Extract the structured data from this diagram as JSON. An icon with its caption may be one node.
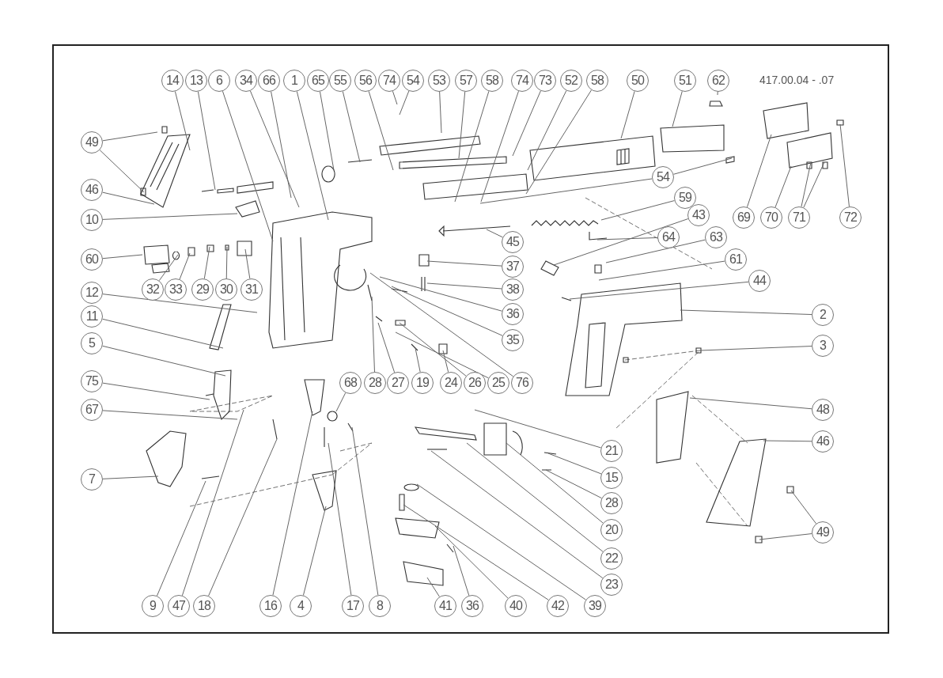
{
  "diagram": {
    "nodes": [
      {
        "text": [
          "14"
        ]
      },
      {
        "text": [
          "13"
        ]
      },
      {
        "text": [
          "6"
        ]
      },
      {
        "text": [
          "34"
        ]
      },
      {
        "text": [
          "66"
        ]
      },
      {
        "text": [
          "1"
        ]
      },
      {
        "text": [
          "65"
        ]
      },
      {
        "text": [
          "55"
        ]
      },
      {
        "text": [
          "56"
        ]
      },
      {
        "text": [
          "74"
        ]
      },
      {
        "text": [
          "54"
        ]
      },
      {
        "text": [
          "53"
        ]
      },
      {
        "text": [
          "57"
        ]
      },
      {
        "text": [
          "58"
        ]
      },
      {
        "text": [
          "74"
        ]
      },
      {
        "text": [
          "73"
        ]
      },
      {
        "text": [
          "52"
        ]
      },
      {
        "text": [
          "58"
        ]
      },
      {
        "text": [
          "50"
        ]
      },
      {
        "text": [
          "51"
        ]
      },
      {
        "text": [
          "62"
        ]
      },
      {
        "text": [
          "49"
        ]
      },
      {
        "text": [
          "46"
        ]
      },
      {
        "text": [
          "10"
        ]
      },
      {
        "text": [
          "54"
        ]
      },
      {
        "text": [
          "59"
        ]
      },
      {
        "text": [
          "69"
        ]
      },
      {
        "text": [
          "70"
        ]
      },
      {
        "text": [
          "71"
        ]
      },
      {
        "text": [
          "72"
        ]
      },
      {
        "text": [
          "43"
        ]
      },
      {
        "text": [
          "64"
        ]
      },
      {
        "text": [
          "45"
        ]
      },
      {
        "text": [
          "63"
        ]
      },
      {
        "text": [
          "60"
        ]
      },
      {
        "text": [
          "37"
        ]
      },
      {
        "text": [
          "61"
        ]
      },
      {
        "text": [
          "44"
        ]
      },
      {
        "text": [
          "32"
        ]
      },
      {
        "text": [
          "33"
        ]
      },
      {
        "text": [
          "29"
        ]
      },
      {
        "text": [
          "30"
        ]
      },
      {
        "text": [
          "31"
        ]
      },
      {
        "text": [
          "38"
        ]
      },
      {
        "text": [
          "12"
        ]
      },
      {
        "text": [
          "36"
        ]
      },
      {
        "text": [
          "2"
        ]
      },
      {
        "text": [
          "11"
        ]
      },
      {
        "text": [
          "35"
        ]
      },
      {
        "text": [
          "5"
        ]
      },
      {
        "text": [
          "3"
        ]
      },
      {
        "text": [
          "75"
        ]
      },
      {
        "text": [
          "68"
        ]
      },
      {
        "text": [
          "28"
        ]
      },
      {
        "text": [
          "27"
        ]
      },
      {
        "text": [
          "19"
        ]
      },
      {
        "text": [
          "24"
        ]
      },
      {
        "text": [
          "26"
        ]
      },
      {
        "text": [
          "25"
        ]
      },
      {
        "text": [
          "76"
        ]
      },
      {
        "text": [
          "67"
        ]
      },
      {
        "text": [
          "48"
        ]
      },
      {
        "text": [
          "46"
        ]
      },
      {
        "text": [
          "21"
        ]
      },
      {
        "text": [
          "15"
        ]
      },
      {
        "text": [
          "7"
        ]
      },
      {
        "text": [
          "28"
        ]
      },
      {
        "text": [
          "20"
        ]
      },
      {
        "text": [
          "49"
        ]
      },
      {
        "text": [
          "22"
        ]
      },
      {
        "text": [
          "23"
        ]
      },
      {
        "text": [
          "9"
        ]
      },
      {
        "text": [
          "47"
        ]
      },
      {
        "text": [
          "18"
        ]
      },
      {
        "text": [
          "16"
        ]
      },
      {
        "text": [
          "4"
        ]
      },
      {
        "text": [
          "17"
        ]
      },
      {
        "text": [
          "8"
        ]
      },
      {
        "text": [
          "41"
        ]
      },
      {
        "text": [
          "36"
        ]
      },
      {
        "text": [
          "40"
        ]
      },
      {
        "text": [
          "42"
        ]
      },
      {
        "text": [
          "39"
        ]
      }
    ],
    "edges": [
      {
        "from": 0,
        "to": null,
        "arrow": "none"
      },
      {
        "from": 1,
        "to": null,
        "arrow": "none"
      },
      {
        "from": 2,
        "to": null,
        "arrow": "none"
      },
      {
        "from": 3,
        "to": null,
        "arrow": "none"
      },
      {
        "from": 4,
        "to": null,
        "arrow": "none"
      },
      {
        "from": 5,
        "to": null,
        "arrow": "none"
      },
      {
        "from": 6,
        "to": null,
        "arrow": "none"
      },
      {
        "from": 7,
        "to": null,
        "arrow": "none"
      },
      {
        "from": 8,
        "to": null,
        "arrow": "none"
      },
      {
        "from": 9,
        "to": null,
        "arrow": "none"
      },
      {
        "from": 10,
        "to": null,
        "arrow": "none"
      },
      {
        "from": 11,
        "to": null,
        "arrow": "none"
      },
      {
        "from": 12,
        "to": null,
        "arrow": "none"
      },
      {
        "from": 13,
        "to": null,
        "arrow": "none"
      },
      {
        "from": 14,
        "to": null,
        "arrow": "none"
      },
      {
        "from": 15,
        "to": null,
        "arrow": "none"
      },
      {
        "from": 16,
        "to": null,
        "arrow": "none"
      },
      {
        "from": 17,
        "to": null,
        "arrow": "none"
      },
      {
        "from": 18,
        "to": null,
        "arrow": "none"
      },
      {
        "from": 19,
        "to": null,
        "arrow": "none"
      },
      {
        "from": 20,
        "to": null,
        "arrow": "none"
      },
      {
        "from": 21,
        "to": null,
        "arrow": "none"
      },
      {
        "from": 21,
        "to": null,
        "arrow": "none"
      },
      {
        "from": 22,
        "to": null,
        "arrow": "none"
      },
      {
        "from": 23,
        "to": null,
        "arrow": "none"
      },
      {
        "from": 24,
        "to": null,
        "arrow": "none"
      },
      {
        "from": 24,
        "to": null,
        "arrow": "none"
      },
      {
        "from": 25,
        "to": null,
        "arrow": "none"
      },
      {
        "from": 26,
        "to": null,
        "arrow": "none"
      },
      {
        "from": 27,
        "to": null,
        "arrow": "none"
      },
      {
        "from": 28,
        "to": null,
        "arrow": "none"
      },
      {
        "from": 28,
        "to": null,
        "arrow": "none"
      },
      {
        "from": 29,
        "to": null,
        "arrow": "none"
      },
      {
        "from": 30,
        "to": null,
        "arrow": "none"
      },
      {
        "from": 31,
        "to": null,
        "arrow": "none"
      },
      {
        "from": 32,
        "to": null,
        "arrow": "none"
      },
      {
        "from": 33,
        "to": null,
        "arrow": "none"
      },
      {
        "from": 34,
        "to": null,
        "arrow": "none"
      },
      {
        "from": 35,
        "to": null,
        "arrow": "none"
      },
      {
        "from": 36,
        "to": null,
        "arrow": "none"
      },
      {
        "from": 37,
        "to": null,
        "arrow": "none"
      },
      {
        "from": 38,
        "to": null,
        "arrow": "none"
      },
      {
        "from": 39,
        "to": null,
        "arrow": "none"
      },
      {
        "from": 40,
        "to": null,
        "arrow": "none"
      },
      {
        "from": 41,
        "to": null,
        "arrow": "none"
      },
      {
        "from": 42,
        "to": null,
        "arrow": "none"
      },
      {
        "from": 43,
        "to": null,
        "arrow": "none"
      },
      {
        "from": 44,
        "to": null,
        "arrow": "none"
      },
      {
        "from": 45,
        "to": null,
        "arrow": "none"
      },
      {
        "from": 46,
        "to": null,
        "arrow": "none"
      },
      {
        "from": 47,
        "to": null,
        "arrow": "none"
      },
      {
        "from": 48,
        "to": null,
        "arrow": "none"
      },
      {
        "from": 49,
        "to": null,
        "arrow": "none"
      },
      {
        "from": 50,
        "to": null,
        "arrow": "none"
      },
      {
        "from": 51,
        "to": null,
        "arrow": "none"
      },
      {
        "from": 52,
        "to": null,
        "arrow": "none"
      },
      {
        "from": 53,
        "to": null,
        "arrow": "none"
      },
      {
        "from": 54,
        "to": null,
        "arrow": "none"
      },
      {
        "from": 55,
        "to": null,
        "arrow": "none"
      },
      {
        "from": 56,
        "to": null,
        "arrow": "none"
      },
      {
        "from": 57,
        "to": null,
        "arrow": "none"
      },
      {
        "from": 58,
        "to": null,
        "arrow": "none"
      },
      {
        "from": 59,
        "to": null,
        "arrow": "none"
      },
      {
        "from": 60,
        "to": null,
        "arrow": "none"
      },
      {
        "from": 61,
        "to": null,
        "arrow": "none"
      },
      {
        "from": 62,
        "to": null,
        "arrow": "none"
      },
      {
        "from": 63,
        "to": null,
        "arrow": "none"
      },
      {
        "from": 64,
        "to": null,
        "arrow": "none"
      },
      {
        "from": 65,
        "to": null,
        "arrow": "none"
      },
      {
        "from": 66,
        "to": null,
        "arrow": "none"
      },
      {
        "from": 67,
        "to": null,
        "arrow": "none"
      },
      {
        "from": 68,
        "to": null,
        "arrow": "none"
      },
      {
        "from": 68,
        "to": null,
        "arrow": "none"
      },
      {
        "from": 69,
        "to": null,
        "arrow": "none"
      },
      {
        "from": 70,
        "to": null,
        "arrow": "none"
      },
      {
        "from": 71,
        "to": null,
        "arrow": "none"
      },
      {
        "from": 72,
        "to": null,
        "arrow": "none"
      },
      {
        "from": 73,
        "to": null,
        "arrow": "none"
      },
      {
        "from": 74,
        "to": null,
        "arrow": "none"
      },
      {
        "from": 75,
        "to": null,
        "arrow": "none"
      },
      {
        "from": 76,
        "to": null,
        "arrow": "none"
      },
      {
        "from": 77,
        "to": null,
        "arrow": "none"
      },
      {
        "from": 78,
        "to": null,
        "arrow": "none"
      },
      {
        "from": 79,
        "to": null,
        "arrow": "none"
      },
      {
        "from": 80,
        "to": null,
        "arrow": "none"
      },
      {
        "from": 81,
        "to": null,
        "arrow": "none"
      },
      {
        "from": 82,
        "to": null,
        "arrow": "none"
      }
    ],
    "labels": [
      "417.00.04 - .07"
    ]
  }
}
